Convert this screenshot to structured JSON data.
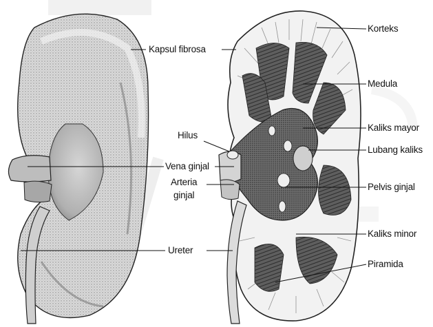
{
  "labels": {
    "kapsul_fibrosa": "Kapsul fibrosa",
    "korteks": "Korteks",
    "medula": "Medula",
    "kaliks_mayor": "Kaliks mayor",
    "lubang_kaliks": "Lubang kaliks",
    "hilus": "Hilus",
    "vena_ginjal": "Vena ginjal",
    "arteria_line1": "Arteria",
    "arteria_line2": "ginjal",
    "pelvis_ginjal": "Pelvis ginjal",
    "kaliks_minor": "Kaliks minor",
    "ureter": "Ureter",
    "piramida": "Piramida"
  },
  "colors": {
    "ink": "#111111",
    "shade_light": "#e2e2e2",
    "shade_mid": "#9a9a9a",
    "shade_dark": "#3c3c3c",
    "watermark": "#e6e6e6"
  }
}
